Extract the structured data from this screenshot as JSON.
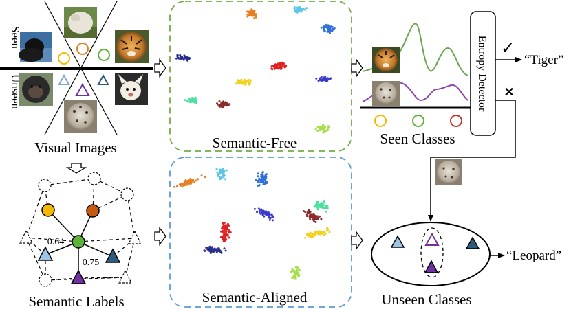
{
  "labels": {
    "seen": "Seen",
    "unseen": "Unseen",
    "visual_images": "Visual Images",
    "semantic_free": "Semantic-Free",
    "semantic_aligned": "Semantic-Aligned",
    "seen_classes": "Seen Classes",
    "unseen_classes": "Unseen Classes",
    "semantic_labels": "Semantic Labels",
    "entropy_detector": "Entropy Detector",
    "tiger_output": "“Tiger”",
    "leopard_output": "“Leopard”",
    "check_mark": "✓",
    "cross_mark": "✕",
    "edge_weight_1": "0.64",
    "edge_weight_2": "0.75"
  },
  "colors": {
    "seen_yellow": "#f5b800",
    "seen_green": "#5cb338",
    "seen_red": "#c0392b",
    "unseen_light_blue": "#7fa9cf",
    "unseen_purple": "#7030a0",
    "unseen_dark_blue": "#2e5a7e",
    "free_box_border": "#70ad47",
    "aligned_box_border": "#5b9bd5",
    "orange_node": "#c55a11",
    "seen_curve_green": "#6aa84f",
    "seen_curve_purple": "#8e44ad"
  },
  "icons": {
    "cat_photo": "cat-photo-icon",
    "sheep_photo": "sheep-photo-icon",
    "tiger_photo": "tiger-photo-icon",
    "gorilla_photo": "gorilla-photo-icon",
    "dog_photo": "chihuahua-photo-icon",
    "leopard_photo": "snow-leopard-photo-icon"
  }
}
